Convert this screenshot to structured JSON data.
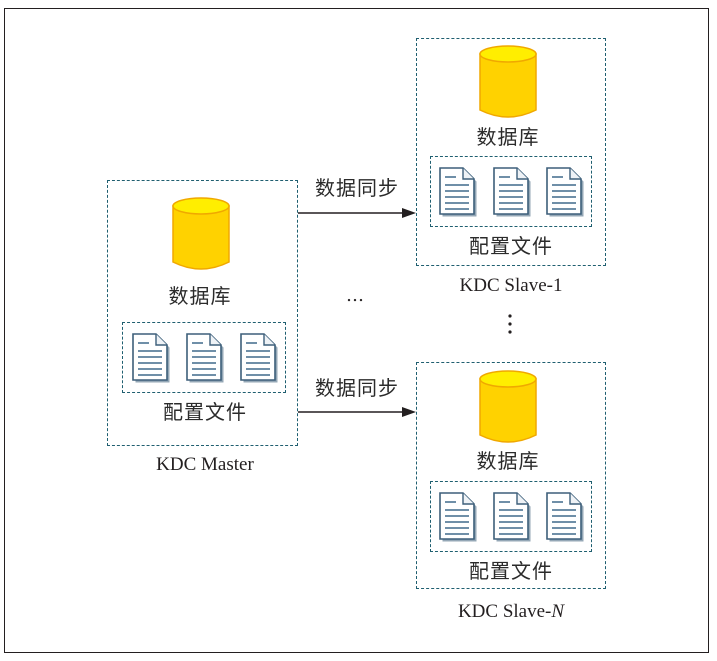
{
  "diagram": {
    "title": "",
    "nodes": [
      {
        "id": "master",
        "label": "KDC Master",
        "database_label": "数据库",
        "config_label": "配置文件",
        "config_file_count": 3
      },
      {
        "id": "slave-1",
        "label": "KDC Slave-1",
        "database_label": "数据库",
        "config_label": "配置文件",
        "config_file_count": 3
      },
      {
        "id": "slave-n",
        "label_prefix": "KDC Slave-",
        "label_suffix_italic": "N",
        "database_label": "数据库",
        "config_label": "配置文件",
        "config_file_count": 3
      }
    ],
    "edges": [
      {
        "from": "master",
        "to": "slave-1",
        "label": "数据同步"
      },
      {
        "from": "master",
        "to": "slave-n",
        "label": "数据同步"
      }
    ],
    "ellipsis_horizontal": "…",
    "ellipsis_vertical": "⋮"
  },
  "colors": {
    "dashed_border": "#1f5f70",
    "cylinder_body": "#ffd200",
    "cylinder_top": "#ffee00",
    "cylinder_outline": "#f0a800",
    "file_outline": "#3d5f7a",
    "file_lines": "#6f8fa8",
    "arrow": "#231f20"
  }
}
